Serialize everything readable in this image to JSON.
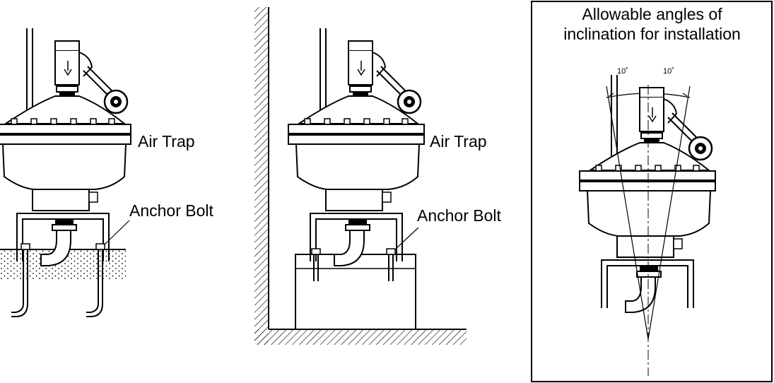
{
  "labels": {
    "air_trap_1": "Air Trap",
    "anchor_bolt_1": "Anchor Bolt",
    "air_trap_2": "Air Trap",
    "anchor_bolt_2": "Anchor Bolt",
    "panel_title_line1": "Allowable angles of",
    "panel_title_line2": "inclination for installation",
    "angle_left": "10˚",
    "angle_right": "10˚"
  }
}
